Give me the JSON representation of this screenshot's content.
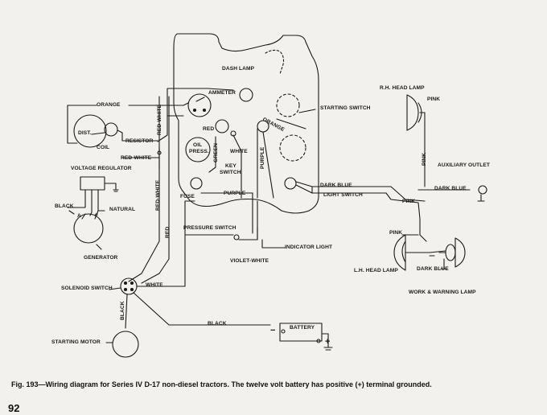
{
  "labels": {
    "dash_lamp": "DASH LAMP",
    "ammeter": "AMMETER",
    "orange_top": "ORANGE",
    "orange_dash": "ORANGE",
    "starting_switch": "STARTING SWITCH",
    "rh_head_lamp": "R.H. HEAD LAMP",
    "pink_rh": "PINK",
    "dist": "DIST.",
    "coil": "COIL",
    "resistor": "RESISTOR",
    "red_white_small": "RED-WHITE",
    "red_white_vert": "RED-WHITE",
    "red": "RED",
    "oil_press_1": "OIL",
    "oil_press_2": "PRESS.",
    "green": "GREEN",
    "white_key": "WHITE",
    "key_switch_1": "KEY",
    "key_switch_2": "SWITCH",
    "purple_vert": "PURPLE",
    "voltage_regulator": "VOLTAGE REGULATOR",
    "red_white_long": "RED-WHITE",
    "pink_vert": "PINK",
    "auxiliary_outlet": "AUXILIARY OUTLET",
    "dark_blue_1": "DARK BLUE",
    "dark_blue_2": "DARK BLUE",
    "light_switch": "LIGHT SWITCH",
    "fuse": "FUSE",
    "purple_h": "PURPLE",
    "pink_mid": "PINK",
    "black_gen": "BLACK",
    "natural": "NATURAL",
    "term_a": "A",
    "term_f": "F",
    "red_vert": "RED",
    "generator": "GENERATOR",
    "pressure_switch": "PRESSURE SWITCH",
    "indicator_light": "INDICATOR LIGHT",
    "violet_white": "VIOLET-WHITE",
    "pink_lh": "PINK",
    "lh_head_lamp": "L.H. HEAD LAMP",
    "dark_blue_3": "DARK BLUE",
    "work_warning_lamp": "WORK & WARNING LAMP",
    "solenoid_switch": "SOLENOID SWITCH",
    "white_sol": "WHITE",
    "black_sol": "BLACK",
    "black_batt": "BLACK",
    "battery": "BATTERY",
    "battery_minus": "−",
    "battery_plus": "+",
    "starting_motor": "STARTING MOTOR"
  },
  "caption": "Fig. 193—Wiring diagram for Series IV D-17 non-diesel tractors. The twelve volt battery has positive (+) terminal grounded.",
  "page_number": "92",
  "colors": {
    "ink": "#1a1a1a",
    "paper": "#f2f1ee"
  }
}
